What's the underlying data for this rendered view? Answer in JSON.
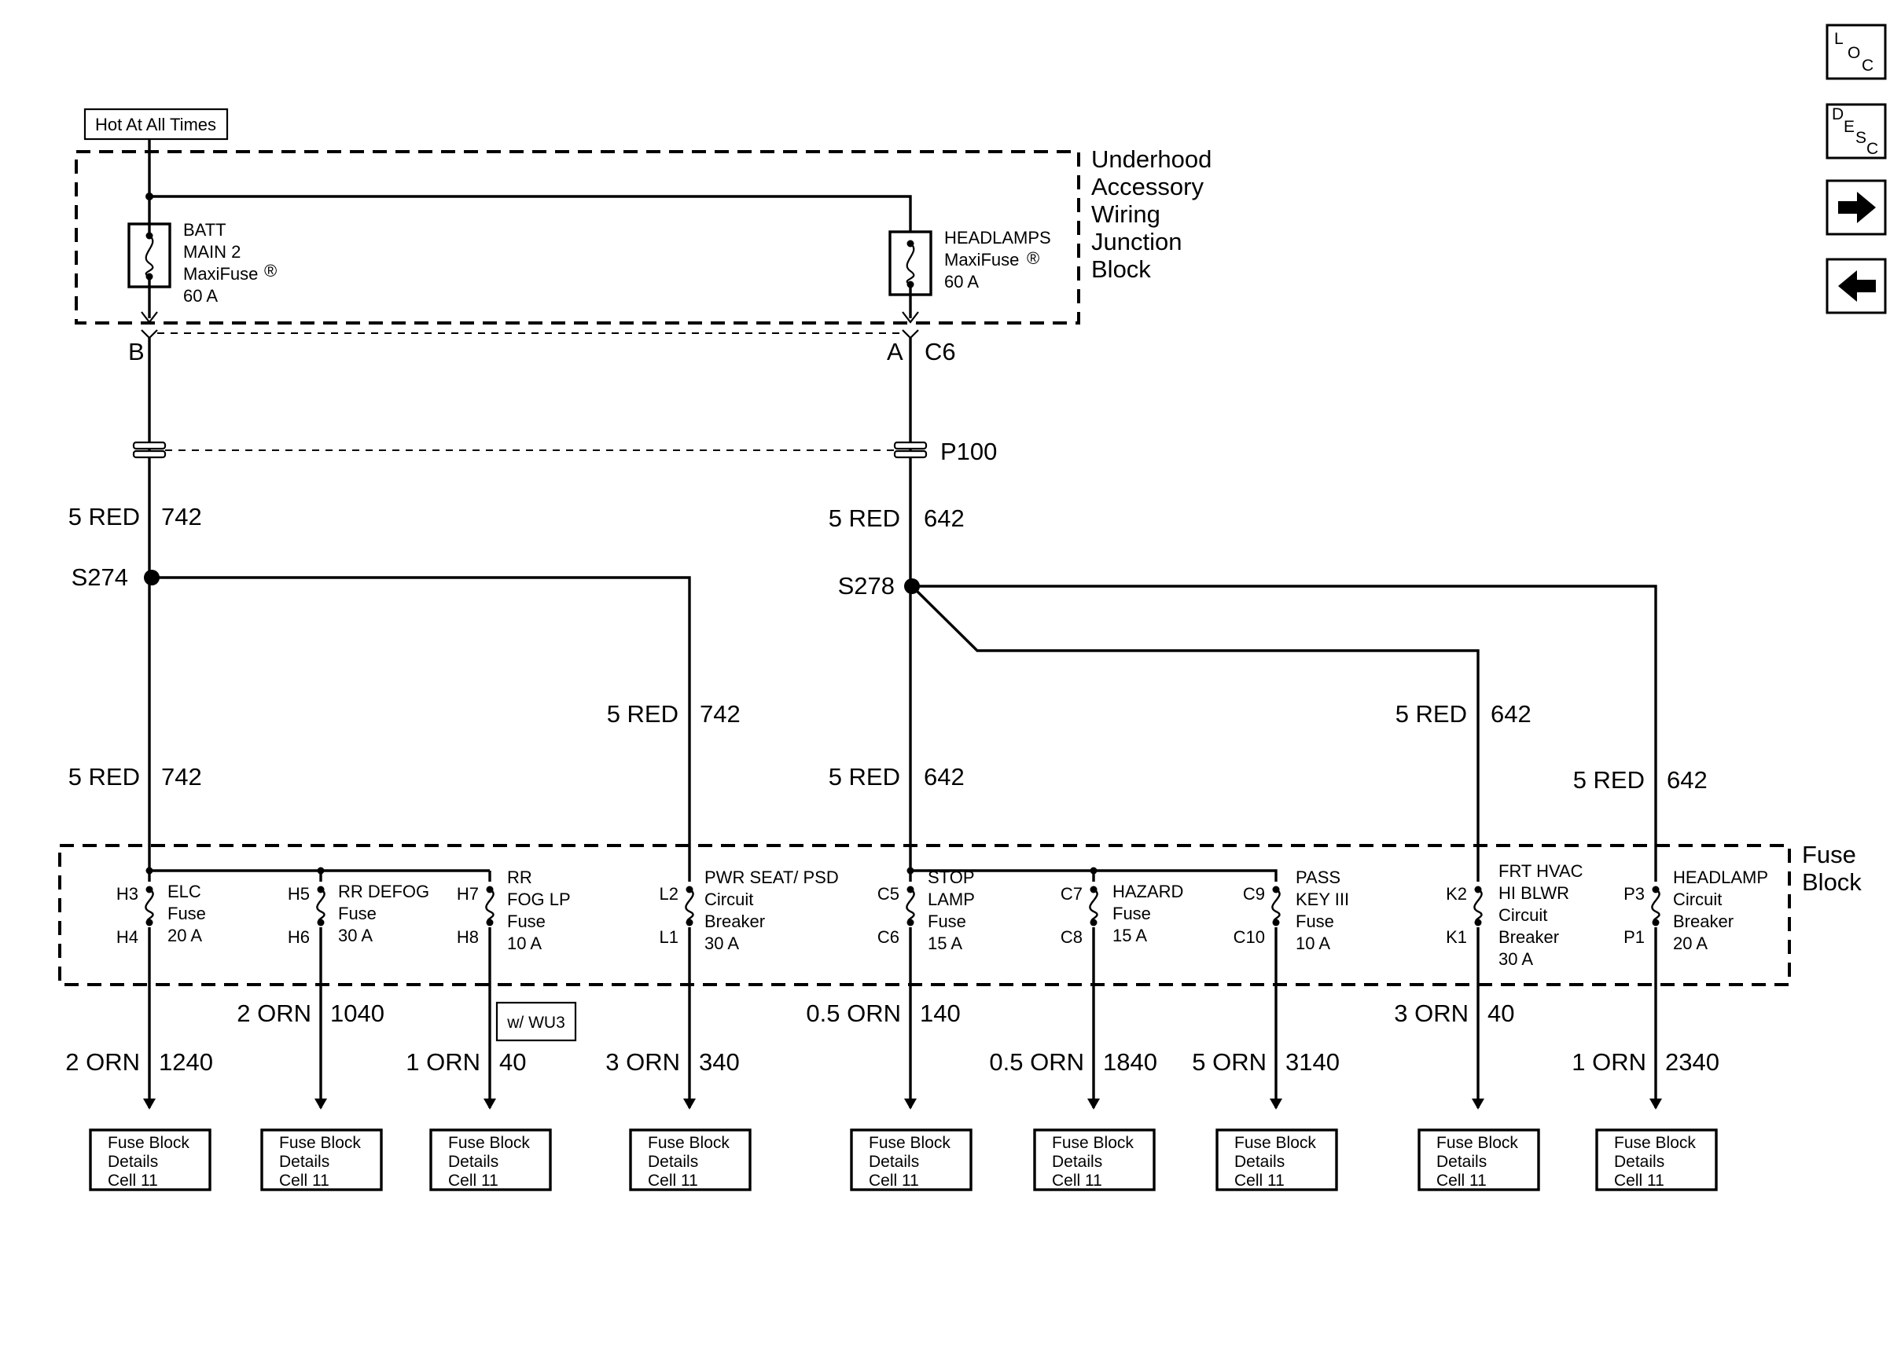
{
  "power_source": "Hot At All Times",
  "underhood_block": {
    "label": [
      "Underhood",
      "Accessory",
      "Wiring",
      "Junction",
      "Block"
    ]
  },
  "maxifuses": [
    {
      "lines": [
        "BATT",
        "MAIN 2",
        "MaxiFuse",
        "60 A"
      ],
      "reg": "®",
      "pin": "B"
    },
    {
      "lines": [
        "HEADLAMPS",
        "MaxiFuse",
        "60 A"
      ],
      "reg": "®",
      "pin": "A",
      "connector": "C6"
    }
  ],
  "pass_through": "P100",
  "splices": [
    "S274",
    "S278"
  ],
  "wires": {
    "left_trunk": {
      "gauge": "5 RED",
      "circuit": "742"
    },
    "left_branch": {
      "gauge": "5 RED",
      "circuit": "742"
    },
    "left_lower": {
      "gauge": "5 RED",
      "circuit": "742"
    },
    "right_trunk": {
      "gauge": "5 RED",
      "circuit": "642"
    },
    "right_lower": {
      "gauge": "5 RED",
      "circuit": "642"
    },
    "k_branch": {
      "gauge": "5 RED",
      "circuit": "642"
    },
    "p_branch": {
      "gauge": "5 RED",
      "circuit": "642"
    }
  },
  "fuse_block": {
    "label": [
      "Fuse",
      "Block"
    ]
  },
  "fuses": [
    {
      "in": "H3",
      "out": "H4",
      "name": [
        "ELC",
        "Fuse",
        "20 A"
      ],
      "out_gauge": "2 ORN",
      "out_circuit": "1240"
    },
    {
      "in": "H5",
      "out": "H6",
      "name": [
        "RR DEFOG",
        "Fuse",
        "30 A"
      ],
      "out_gauge": "2 ORN",
      "out_circuit": "1040"
    },
    {
      "in": "H7",
      "out": "H8",
      "name": [
        "RR",
        "FOG LP",
        "Fuse",
        "10 A"
      ],
      "out_gauge": "1 ORN",
      "out_circuit": "40",
      "option": "w/ WU3"
    },
    {
      "in": "L2",
      "out": "L1",
      "name": [
        "PWR SEAT/ PSD",
        "Circuit",
        "Breaker",
        "30 A"
      ],
      "out_gauge": "3 ORN",
      "out_circuit": "340"
    },
    {
      "in": "C5",
      "out": "C6",
      "name": [
        "STOP",
        "LAMP",
        "Fuse",
        "15 A"
      ],
      "out_gauge": "0.5 ORN",
      "out_circuit": "140"
    },
    {
      "in": "C7",
      "out": "C8",
      "name": [
        "HAZARD",
        "Fuse",
        "15 A"
      ],
      "out_gauge": "0.5 ORN",
      "out_circuit": "1840"
    },
    {
      "in": "C9",
      "out": "C10",
      "name": [
        "PASS",
        "KEY III",
        "Fuse",
        "10 A"
      ],
      "out_gauge": "5 ORN",
      "out_circuit": "3140"
    },
    {
      "in": "K2",
      "out": "K1",
      "name": [
        "FRT HVAC",
        "HI BLWR",
        "Circuit",
        "Breaker",
        "30 A"
      ],
      "out_gauge": "3 ORN",
      "out_circuit": "40"
    },
    {
      "in": "P3",
      "out": "P1",
      "name": [
        "HEADLAMP",
        "Circuit",
        "Breaker",
        "20 A"
      ],
      "out_gauge": "1 ORN",
      "out_circuit": "2340"
    }
  ],
  "ref_box": [
    "Fuse Block",
    "Details",
    "Cell 11"
  ],
  "nav": {
    "loc": [
      "L",
      "O",
      "C"
    ],
    "desc": [
      "D",
      "E",
      "S",
      "C"
    ],
    "next": "→",
    "prev": "←"
  }
}
